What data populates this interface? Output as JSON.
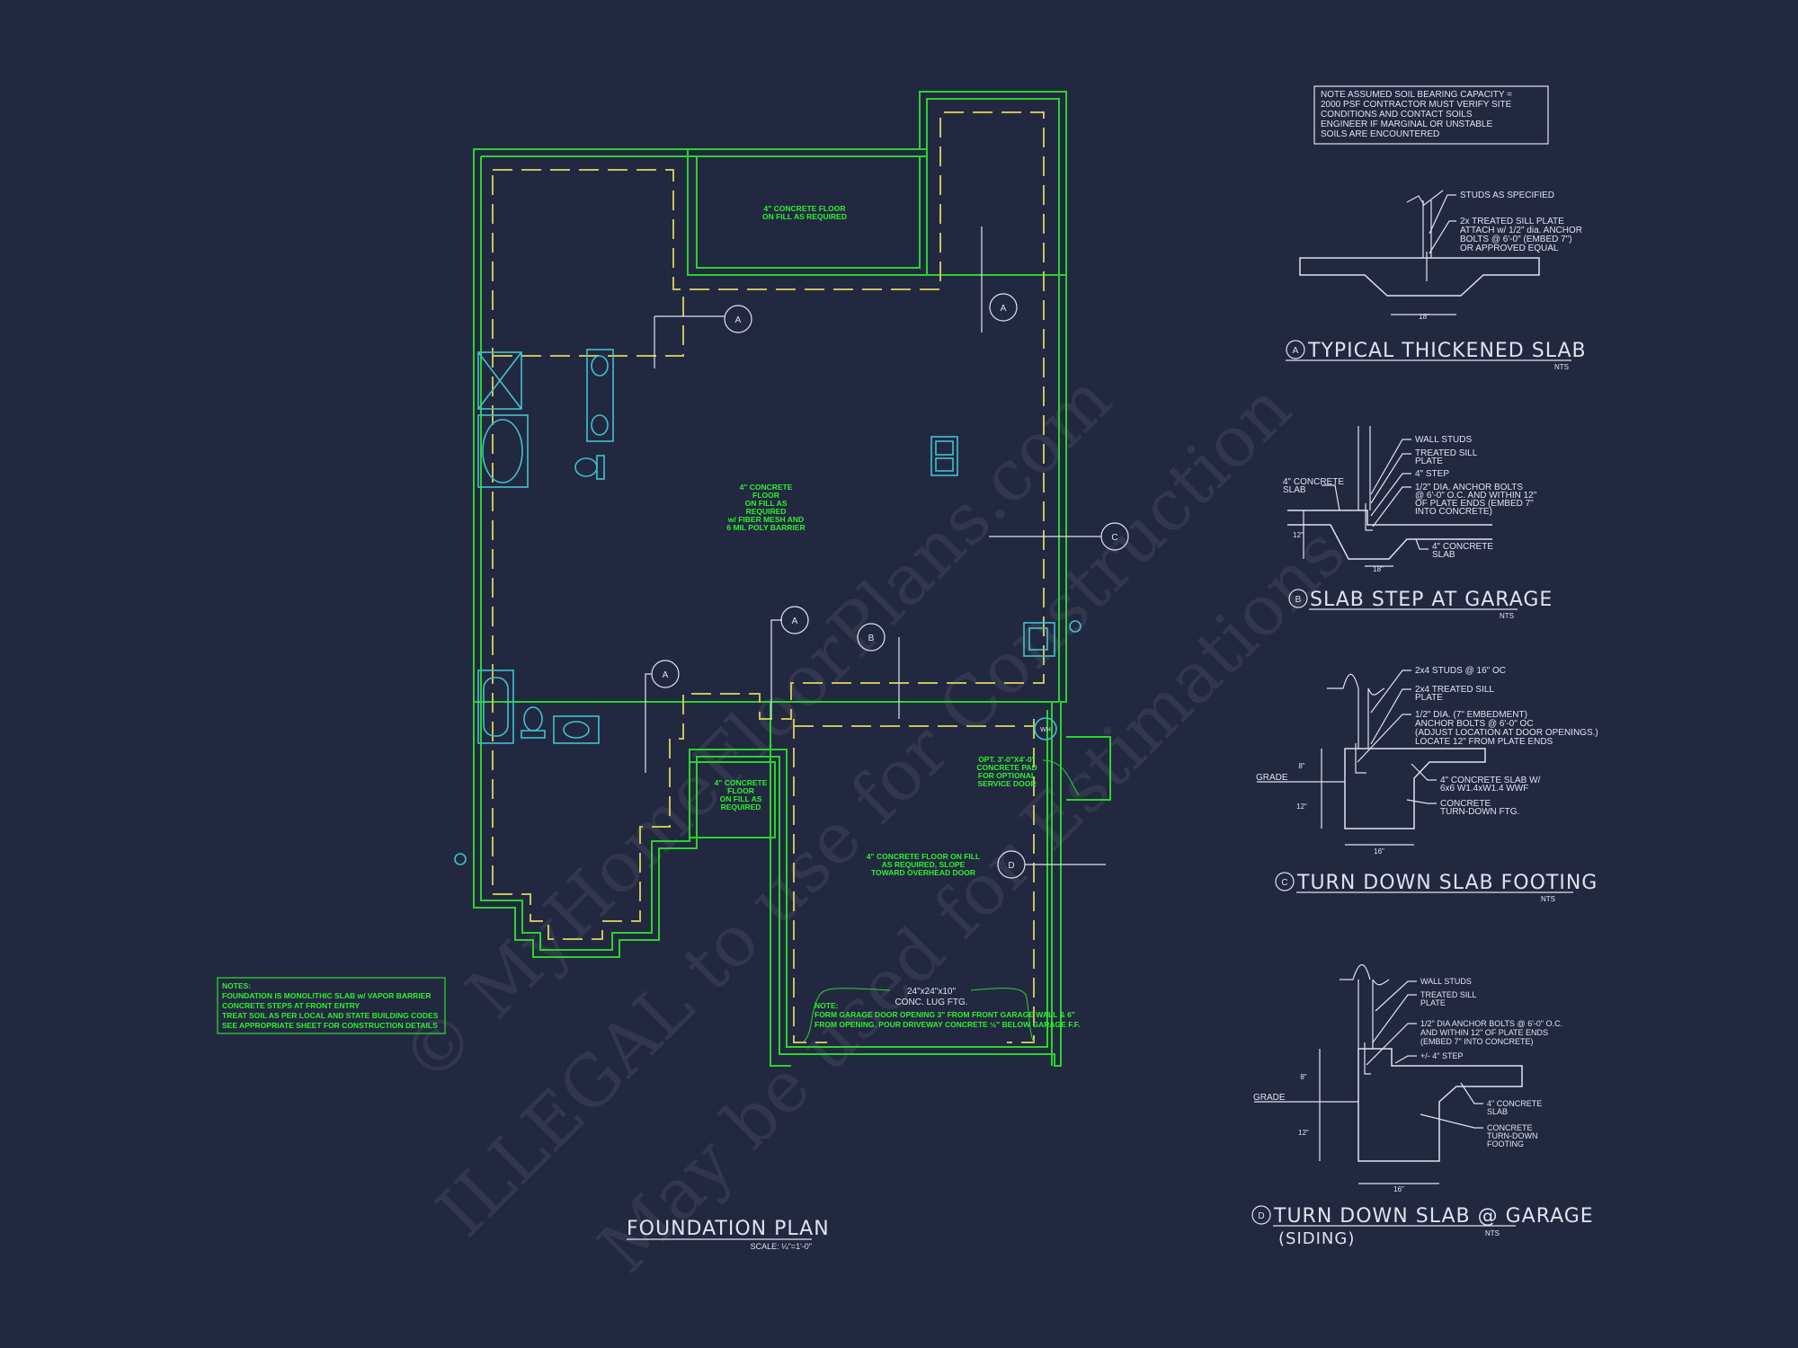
{
  "colors": {
    "background": "#232841",
    "walls": "#2ad42a",
    "footing_dash": "#c9c25a",
    "fixtures": "#3fc3cc",
    "linework": "#dfe2ee",
    "notes": "#2cf12c"
  },
  "watermark": [
    "© MyHomeFloorPlans.com",
    "ILLEGAL to use for Construction",
    "May be used for Estimations"
  ],
  "plan": {
    "title": "FOUNDATION PLAN",
    "scale": "SCALE: ¼\"=1'-0\"",
    "porch_note": [
      "4\" CONCRETE FLOOR",
      "ON FILL AS REQUIRED"
    ],
    "main_note": [
      "4\" CONCRETE",
      "FLOOR",
      "ON FILL AS",
      "REQUIRED",
      "w/ FIBER MESH AND",
      "6 MIL POLY BARRIER"
    ],
    "small_room_note": [
      "4\" CONCRETE",
      "FLOOR",
      "ON FILL AS",
      "REQUIRED"
    ],
    "service_door_note": [
      "OPT. 3'-0\"X4'-0\"",
      "CONCRETE PAD",
      "FOR OPTIONAL",
      "SERVICE DOOR"
    ],
    "garage_note": [
      "4\" CONCRETE FLOOR ON FILL",
      "AS REQUIRED, SLOPE",
      "TOWARD OVERHEAD DOOR"
    ],
    "lug_footing": [
      "24\"x24\"x10\"",
      "CONC. LUG FTG."
    ],
    "garage_door_note": {
      "heading": "NOTE:",
      "lines": [
        "FORM GARAGE DOOR OPENING 3\" FROM FRONT GARAGE WALL & 6\"",
        "FROM OPENING. POUR DRIVEWAY CONCRETE ½\" BELOW GARAGE F.F."
      ]
    },
    "water_heater": "WH",
    "section_markers": [
      "A",
      "A",
      "C",
      "A",
      "B",
      "A",
      "D"
    ]
  },
  "general_notes": {
    "heading": "NOTES:",
    "lines": [
      "FOUNDATION IS MONOLITHIC SLAB w/ VAPOR BARRIER",
      "CONCRETE STEPS AT FRONT ENTRY",
      "TREAT SOIL AS PER LOCAL AND STATE BUILDING CODES",
      "SEE APPROPRIATE SHEET FOR CONSTRUCTION DETAILS"
    ]
  },
  "soil_note": [
    "NOTE ASSUMED SOIL BEARING CAPACITY =",
    "2000 PSF CONTRACTOR MUST VERIFY SITE",
    "CONDITIONS AND CONTACT SOILS",
    "ENGINEER IF MARGINAL OR UNSTABLE",
    "SOILS ARE ENCOUNTERED"
  ],
  "details": [
    {
      "letter": "A",
      "title": "TYPICAL THICKENED SLAB",
      "nts": "NTS",
      "labels": [
        "STUDS AS SPECIFIED",
        "2x  TREATED SILL PLATE",
        "ATTACH w/ 1/2\" dia. ANCHOR",
        "BOLTS @ 6'-0\" (EMBED 7\")",
        "OR APPROVED EQUAL"
      ],
      "dims": [
        "18\""
      ]
    },
    {
      "letter": "B",
      "title": "SLAB STEP AT GARAGE",
      "nts": "NTS",
      "labels": [
        "WALL STUDS",
        "TREATED SILL",
        "PLATE",
        "4\" STEP",
        "1/2\" DIA. ANCHOR BOLTS",
        "@ 6'-0\" O.C. AND WITHIN 12\"",
        "OF PLATE ENDS (EMBED 7\"",
        "INTO CONCRETE)",
        "4\" CONCRETE",
        "SLAB",
        "4\" CONCRETE",
        "SLAB"
      ],
      "dims": [
        "18\"",
        "12\""
      ]
    },
    {
      "letter": "C",
      "title": "TURN DOWN SLAB FOOTING",
      "nts": "NTS",
      "labels": [
        "2x4 STUDS @ 16\" OC",
        "2x4 TREATED SILL",
        "PLATE",
        "1/2\" DIA. (7\" EMBEDMENT)",
        "ANCHOR BOLTS @ 6'-0\" OC",
        "(ADJUST LOCATION AT DOOR OPENINGS.)",
        "LOCATE 12\" FROM PLATE ENDS",
        "4\" CONCRETE SLAB W/",
        "6x6 W1.4xW1.4 WWF",
        "CONCRETE",
        "TURN-DOWN FTG.",
        "GRADE"
      ],
      "dims": [
        "8\"",
        "12\"",
        "16\""
      ]
    },
    {
      "letter": "D",
      "title": "TURN DOWN SLAB @ GARAGE",
      "subtitle": "(SIDING)",
      "nts": "NTS",
      "labels": [
        "WALL STUDS",
        "TREATED SILL",
        "PLATE",
        "1/2\" DIA ANCHOR BOLTS @ 6'-0\" O.C.",
        "AND WITHIN 12\" OF PLATE ENDS",
        "(EMBED 7\" INTO CONCRETE)",
        "+/- 4\" STEP",
        "4\" CONCRETE",
        "SLAB",
        "CONCRETE",
        "TURN-DOWN",
        "FOOTING",
        "GRADE"
      ],
      "dims": [
        "8\"",
        "12\"",
        "16\""
      ]
    }
  ]
}
